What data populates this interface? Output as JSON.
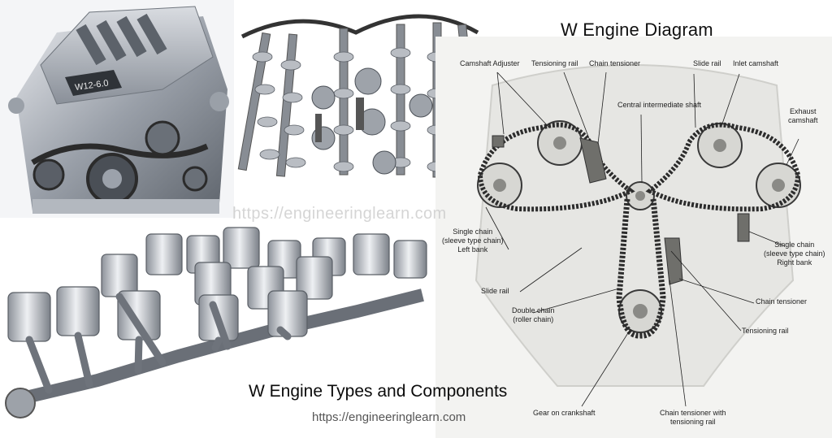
{
  "diagram": {
    "title": "W Engine Diagram",
    "labels": {
      "camshaft_adjuster": "Camshaft Adjuster",
      "tensioning_rail_top": "Tensioning rail",
      "chain_tensioner_top": "Chain tensioner",
      "slide_rail_top": "Slide rail",
      "inlet_camshaft": "Inlet camshaft",
      "central_shaft": "Central intermediate shaft",
      "exhaust_camshaft": [
        "Exhaust",
        "camshaft"
      ],
      "single_chain_left": [
        "Single chain",
        "(sleeve type chain)",
        "Left bank"
      ],
      "single_chain_right": [
        "Single chain",
        "(sleeve type chain)",
        "Right bank"
      ],
      "slide_rail_left": "Slide rail",
      "double_chain": [
        "Double chain",
        "(roller chain)"
      ],
      "chain_tensioner_right": "Chain tensioner",
      "tensioning_rail_right": "Tensioning rail",
      "gear_crankshaft": "Gear on crankshaft",
      "chain_tensioner_bottom": [
        "Chain tensioner with",
        "tensioning rail"
      ]
    }
  },
  "engine_badge": "W12-6.0",
  "watermark": "https://engineeringlearn.com",
  "main_title": "W Engine Types and Components",
  "source_url": "https://engineeringlearn.com"
}
